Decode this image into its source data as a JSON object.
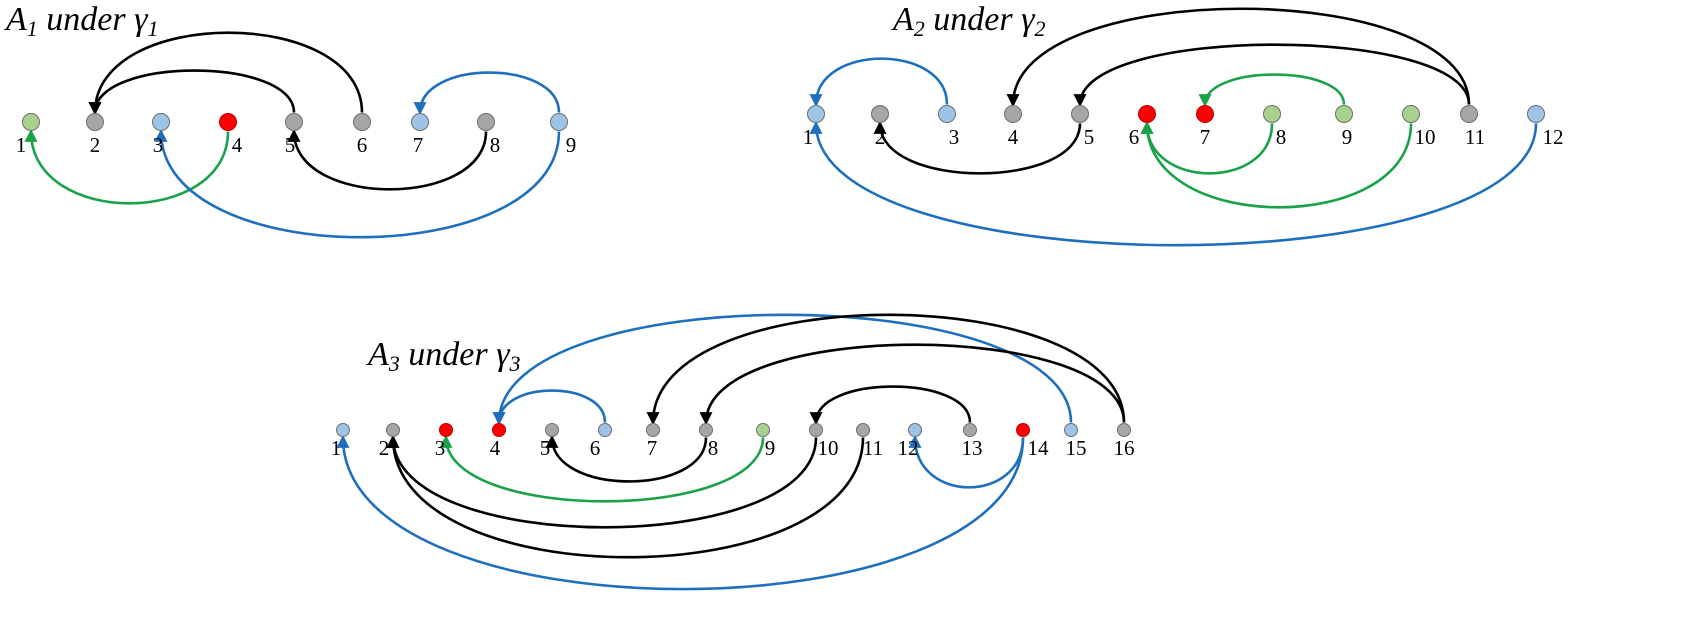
{
  "colors": {
    "black": "#000000",
    "blue": "#1f6fbf",
    "green": "#1aa24a",
    "gray_fill": "#a6a6a6",
    "blue_fill": "#9dc3e6",
    "green_fill": "#a9d18e",
    "red_fill": "#ff0000"
  },
  "diagrams": [
    {
      "id": "d1",
      "title": {
        "letter": "A",
        "index": "1",
        "under": "under",
        "gamma": "γ",
        "gamma_index": "1"
      },
      "nodes": [
        {
          "label": "1",
          "type": "green"
        },
        {
          "label": "2",
          "type": "gray"
        },
        {
          "label": "3",
          "type": "blue"
        },
        {
          "label": "4",
          "type": "red"
        },
        {
          "label": "5",
          "type": "gray"
        },
        {
          "label": "6",
          "type": "gray"
        },
        {
          "label": "7",
          "type": "blue"
        },
        {
          "label": "8",
          "type": "gray"
        },
        {
          "label": "9",
          "type": "blue"
        }
      ],
      "arcs": [
        {
          "from": "6",
          "to": "2",
          "color": "black",
          "side": "above"
        },
        {
          "from": "5",
          "to": "2",
          "color": "black",
          "side": "above"
        },
        {
          "from": "9",
          "to": "7",
          "color": "blue",
          "side": "above"
        },
        {
          "from": "4",
          "to": "1",
          "color": "green",
          "side": "below"
        },
        {
          "from": "8",
          "to": "5",
          "color": "black",
          "side": "below"
        },
        {
          "from": "9",
          "to": "3",
          "color": "blue",
          "side": "below"
        }
      ]
    },
    {
      "id": "d2",
      "title": {
        "letter": "A",
        "index": "2",
        "under": "under",
        "gamma": "γ",
        "gamma_index": "2"
      },
      "nodes": [
        {
          "label": "1",
          "type": "blue"
        },
        {
          "label": "2",
          "type": "gray"
        },
        {
          "label": "3",
          "type": "blue"
        },
        {
          "label": "4",
          "type": "gray"
        },
        {
          "label": "5",
          "type": "gray"
        },
        {
          "label": "6",
          "type": "red"
        },
        {
          "label": "7",
          "type": "red"
        },
        {
          "label": "8",
          "type": "green"
        },
        {
          "label": "9",
          "type": "green"
        },
        {
          "label": "10",
          "type": "green"
        },
        {
          "label": "11",
          "type": "gray"
        },
        {
          "label": "12",
          "type": "blue"
        }
      ],
      "arcs": [
        {
          "from": "3",
          "to": "1",
          "color": "blue",
          "side": "above"
        },
        {
          "from": "11",
          "to": "4",
          "color": "black",
          "side": "above"
        },
        {
          "from": "11",
          "to": "5",
          "color": "black",
          "side": "above"
        },
        {
          "from": "9",
          "to": "7",
          "color": "green",
          "side": "above"
        },
        {
          "from": "5",
          "to": "2",
          "color": "black",
          "side": "below"
        },
        {
          "from": "8",
          "to": "6",
          "color": "green",
          "side": "below"
        },
        {
          "from": "10",
          "to": "6",
          "color": "green",
          "side": "below"
        },
        {
          "from": "12",
          "to": "1",
          "color": "blue",
          "side": "below"
        }
      ]
    },
    {
      "id": "d3",
      "title": {
        "letter": "A",
        "index": "3",
        "under": "under",
        "gamma": "γ",
        "gamma_index": "3"
      },
      "nodes": [
        {
          "label": "1",
          "type": "blue"
        },
        {
          "label": "2",
          "type": "gray"
        },
        {
          "label": "3",
          "type": "red"
        },
        {
          "label": "4",
          "type": "red"
        },
        {
          "label": "5",
          "type": "gray"
        },
        {
          "label": "6",
          "type": "blue"
        },
        {
          "label": "7",
          "type": "gray"
        },
        {
          "label": "8",
          "type": "gray"
        },
        {
          "label": "9",
          "type": "green"
        },
        {
          "label": "10",
          "type": "gray"
        },
        {
          "label": "11",
          "type": "gray"
        },
        {
          "label": "12",
          "type": "blue"
        },
        {
          "label": "13",
          "type": "gray"
        },
        {
          "label": "14",
          "type": "red"
        },
        {
          "label": "15",
          "type": "blue"
        },
        {
          "label": "16",
          "type": "gray"
        }
      ],
      "arcs": [
        {
          "from": "15",
          "to": "4",
          "color": "blue",
          "side": "above"
        },
        {
          "from": "6",
          "to": "4",
          "color": "blue",
          "side": "above"
        },
        {
          "from": "16",
          "to": "7",
          "color": "black",
          "side": "above"
        },
        {
          "from": "16",
          "to": "8",
          "color": "black",
          "side": "above"
        },
        {
          "from": "13",
          "to": "10",
          "color": "black",
          "side": "above"
        },
        {
          "from": "8",
          "to": "5",
          "color": "black",
          "side": "below"
        },
        {
          "from": "9",
          "to": "3",
          "color": "green",
          "side": "below"
        },
        {
          "from": "10",
          "to": "2",
          "color": "black",
          "side": "below"
        },
        {
          "from": "11",
          "to": "2",
          "color": "black",
          "side": "below"
        },
        {
          "from": "14",
          "to": "12",
          "color": "blue",
          "side": "below"
        },
        {
          "from": "14",
          "to": "1",
          "color": "blue",
          "side": "below"
        }
      ]
    }
  ]
}
